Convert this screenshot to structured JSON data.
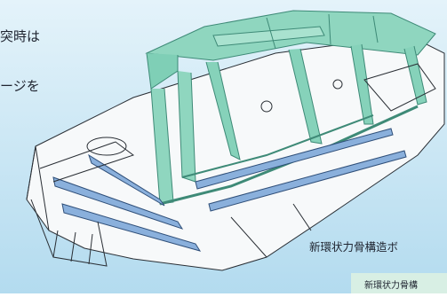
{
  "texts": {
    "line1": "突時は",
    "line2": "ージを",
    "caption": "新環状力骨構造ボ",
    "legend_caption": "新環状力骨構"
  },
  "colors": {
    "background_top": "#e3f3fb",
    "background_bottom": "#b6ddf0",
    "frame_green": "#7fcfb6",
    "frame_green_dark": "#3e8a77",
    "frame_blue": "#8ab0dc",
    "body_line": "#2a2f35",
    "legend_swatch": "#d8efe4"
  }
}
